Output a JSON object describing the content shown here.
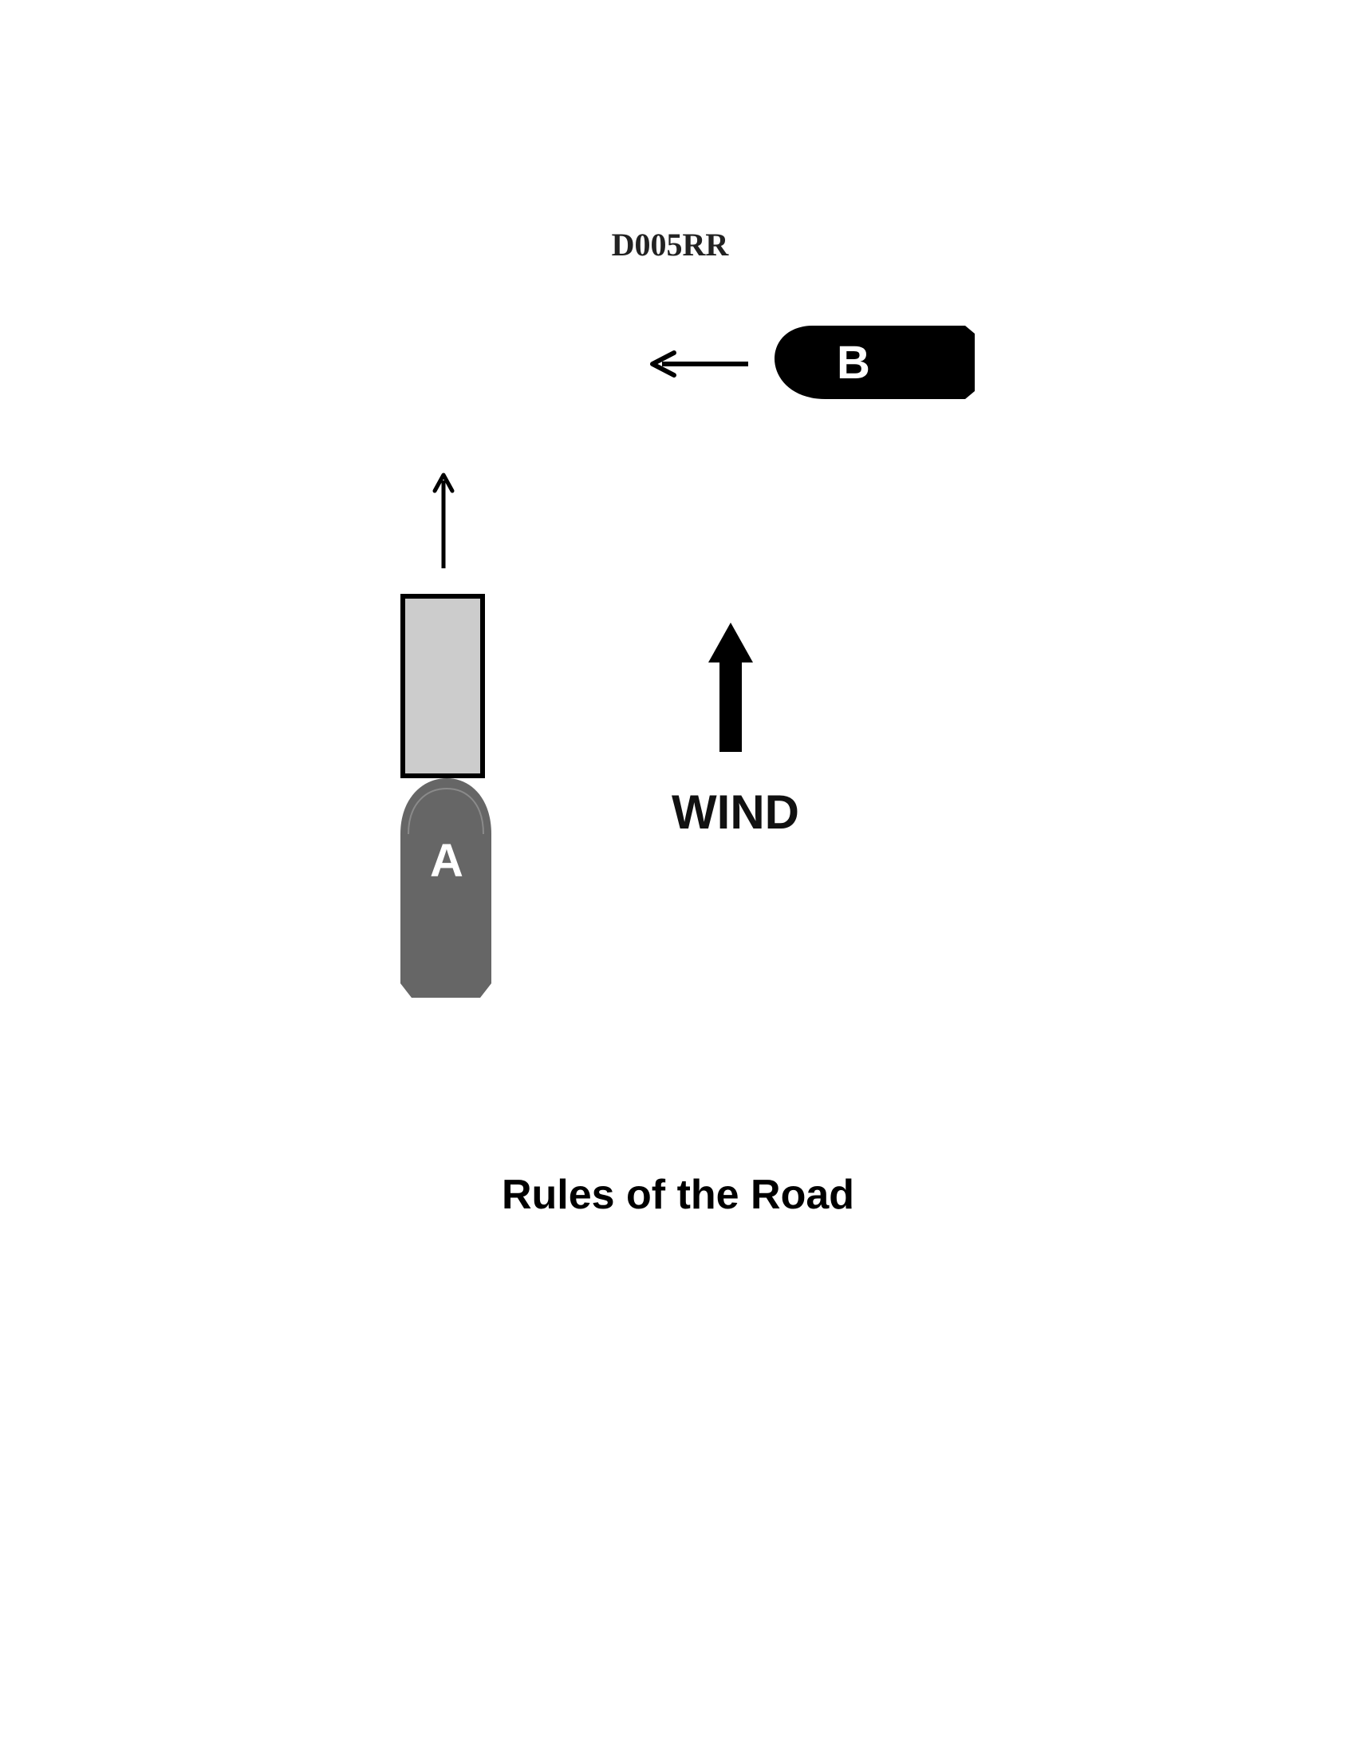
{
  "diagram": {
    "code": "D005RR",
    "boat_a": {
      "label": "A",
      "hull_color": "#666666",
      "light_color": "#cccccc"
    },
    "boat_b": {
      "label": "B",
      "hull_color": "#000000"
    },
    "wind": {
      "label": "WIND",
      "direction": "up"
    },
    "footer": "Rules of the Road"
  }
}
